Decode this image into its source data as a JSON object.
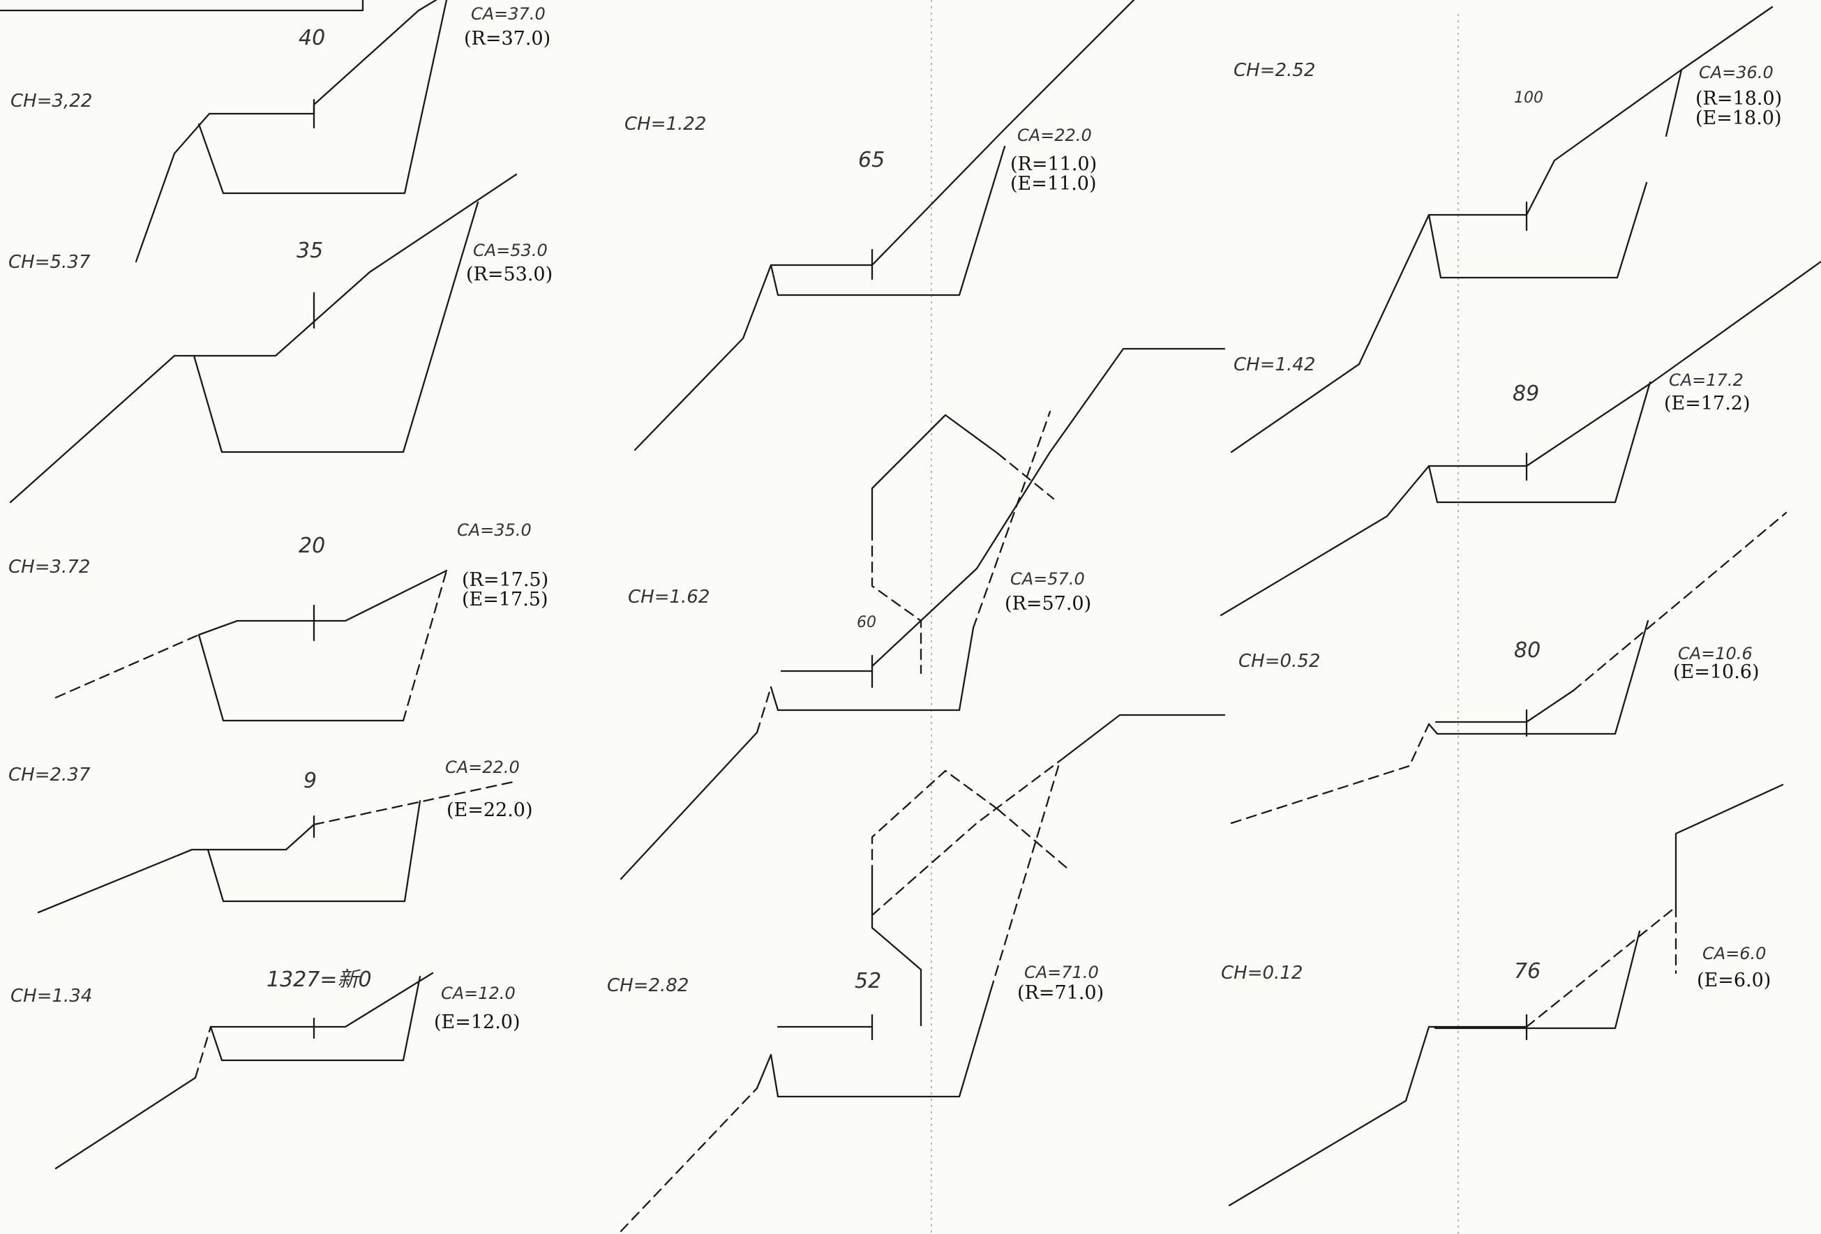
{
  "sections": [
    {
      "ch": "CH=3,22",
      "number": "40",
      "ca": "CA=37.0",
      "values": [
        "(R=37.0)"
      ]
    },
    {
      "ch": "CH=5.37",
      "number": "35",
      "ca": "CA=53.0",
      "values": [
        "(R=53.0)"
      ]
    },
    {
      "ch": "CH=3.72",
      "number": "20",
      "ca": "CA=35.0",
      "values": [
        "(R=17.5)",
        "(E=17.5)"
      ]
    },
    {
      "ch": "CH=2.37",
      "number": "9",
      "ca": "CA=22.0",
      "values": [
        "(E=22.0)"
      ]
    },
    {
      "ch": "CH=1.34",
      "number": "1327=新0",
      "ca": "CA=12.0",
      "values": [
        "(E=12.0)"
      ]
    },
    {
      "ch": "CH=1.22",
      "number": "65",
      "ca": "CA=22.0",
      "values": [
        "(R=11.0)",
        "(E=11.0)"
      ]
    },
    {
      "ch": "CH=1.62",
      "number": "60",
      "ca": "CA=57.0",
      "values": [
        "(R=57.0)"
      ]
    },
    {
      "ch": "CH=2.82",
      "number": "52",
      "ca": "CA=71.0",
      "values": [
        "(R=71.0)"
      ]
    },
    {
      "ch": "CH=2.52",
      "number": "100",
      "ca": "CA=36.0",
      "values": [
        "(R=18.0)",
        "(E=18.0)"
      ]
    },
    {
      "ch": "CH=1.42",
      "number": "89",
      "ca": "CA=17.2",
      "values": [
        "(E=17.2)"
      ]
    },
    {
      "ch": "CH=0.52",
      "number": "80",
      "ca": "CA=10.6",
      "values": [
        "(E=10.6)"
      ]
    },
    {
      "ch": "CH=0.12",
      "number": "76",
      "ca": "CA=6.0",
      "values": [
        "(E=6.0)"
      ]
    }
  ]
}
